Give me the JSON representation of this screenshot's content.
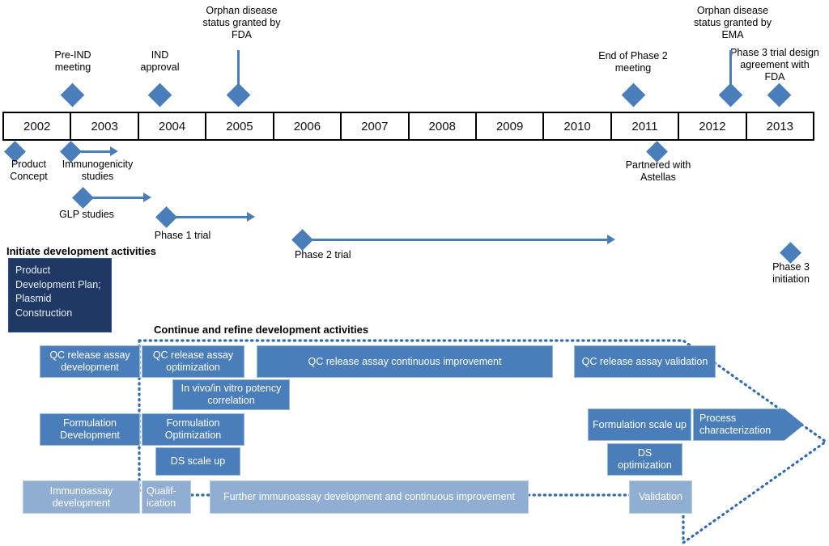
{
  "timeline": {
    "years": [
      "2002",
      "2003",
      "2004",
      "2005",
      "2006",
      "2007",
      "2008",
      "2009",
      "2010",
      "2011",
      "2012",
      "2013"
    ]
  },
  "milestones_above": [
    {
      "label": "Pre-IND\nmeeting",
      "year": "2003"
    },
    {
      "label": "IND\napproval",
      "year": "2004"
    },
    {
      "label": "Orphan disease\nstatus granted by\nFDA",
      "year": "2005"
    },
    {
      "label": "End of Phase 2\nmeeting",
      "year": "2011"
    },
    {
      "label": "Orphan disease\nstatus granted by\nEMA",
      "year": "2012"
    },
    {
      "label": "Phase 3 trial design\nagreement with\nFDA",
      "year": "2013"
    }
  ],
  "milestones_below": [
    {
      "label": "Product\nConcept"
    },
    {
      "label": "Immunogenicity\nstudies"
    },
    {
      "label": "GLP studies"
    },
    {
      "label": "Phase 1 trial"
    },
    {
      "label": "Phase 2 trial"
    },
    {
      "label": "Partnered with\nAstellas"
    },
    {
      "label": "Phase 3\ninitiation"
    }
  ],
  "labels": {
    "pre_ind": "Pre-IND\nmeeting",
    "ind_approval": "IND\napproval",
    "orphan_fda": "Orphan disease\nstatus granted by\nFDA",
    "end_phase2": "End of Phase 2\nmeeting",
    "orphan_ema": "Orphan disease\nstatus granted by\nEMA",
    "phase3_design": "Phase 3 trial design\nagreement with\nFDA",
    "product_concept": "Product\nConcept",
    "immunogenicity": "Immunogenicity\nstudies",
    "glp": "GLP studies",
    "phase1": "Phase 1 trial",
    "phase2": "Phase 2 trial",
    "partnered": "Partnered with\nAstellas",
    "phase3_init": "Phase 3\ninitiation"
  },
  "headers": {
    "initiate": "Initiate development activities",
    "continue": "Continue and refine development activities"
  },
  "boxes": {
    "product_dev_plan": "Product Development Plan; Plasmid Construction",
    "qc_dev": "QC release assay development",
    "qc_opt": "QC release assay optimization",
    "qc_cont": "QC release assay continuous improvement",
    "qc_val": "QC release assay validation",
    "invivo": "In vivo/in vitro potency correlation",
    "form_dev": "Formulation Development",
    "form_opt": "Formulation Optimization",
    "form_scale": "Formulation scale up",
    "process_char": "Process characterization",
    "ds_scale": "DS scale up",
    "ds_opt": "DS optimization",
    "immuno_dev": "Immunoassay development",
    "qualification": "Qualif-\nication",
    "further_immuno": "Further immunoassay development and continuous improvement",
    "validation": "Validation"
  },
  "colors": {
    "accent": "#4a7ebb",
    "navy": "#1f3864",
    "light": "#8faed2",
    "border": "#000000"
  }
}
